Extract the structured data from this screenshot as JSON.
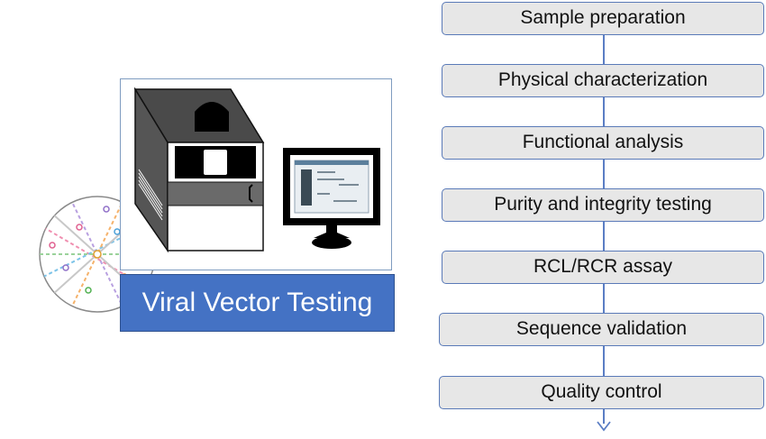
{
  "banner": {
    "title": "Viral Vector Testing"
  },
  "workflow": {
    "steps": [
      "Sample preparation",
      "Physical characterization",
      "Functional analysis",
      "Purity and integrity testing",
      "RCL/RCR assay",
      "Sequence validation",
      "Quality control"
    ]
  },
  "colors": {
    "banner_fill": "#4472c4",
    "step_fill": "#e7e7e7",
    "step_border": "#5a7ab8",
    "connector": "#5b7ec4"
  },
  "icons": {
    "instrument": "lab-instrument-icon",
    "monitor": "computer-monitor-icon",
    "virus": "viral-particle-icon",
    "arrow": "arrow-down-icon"
  }
}
